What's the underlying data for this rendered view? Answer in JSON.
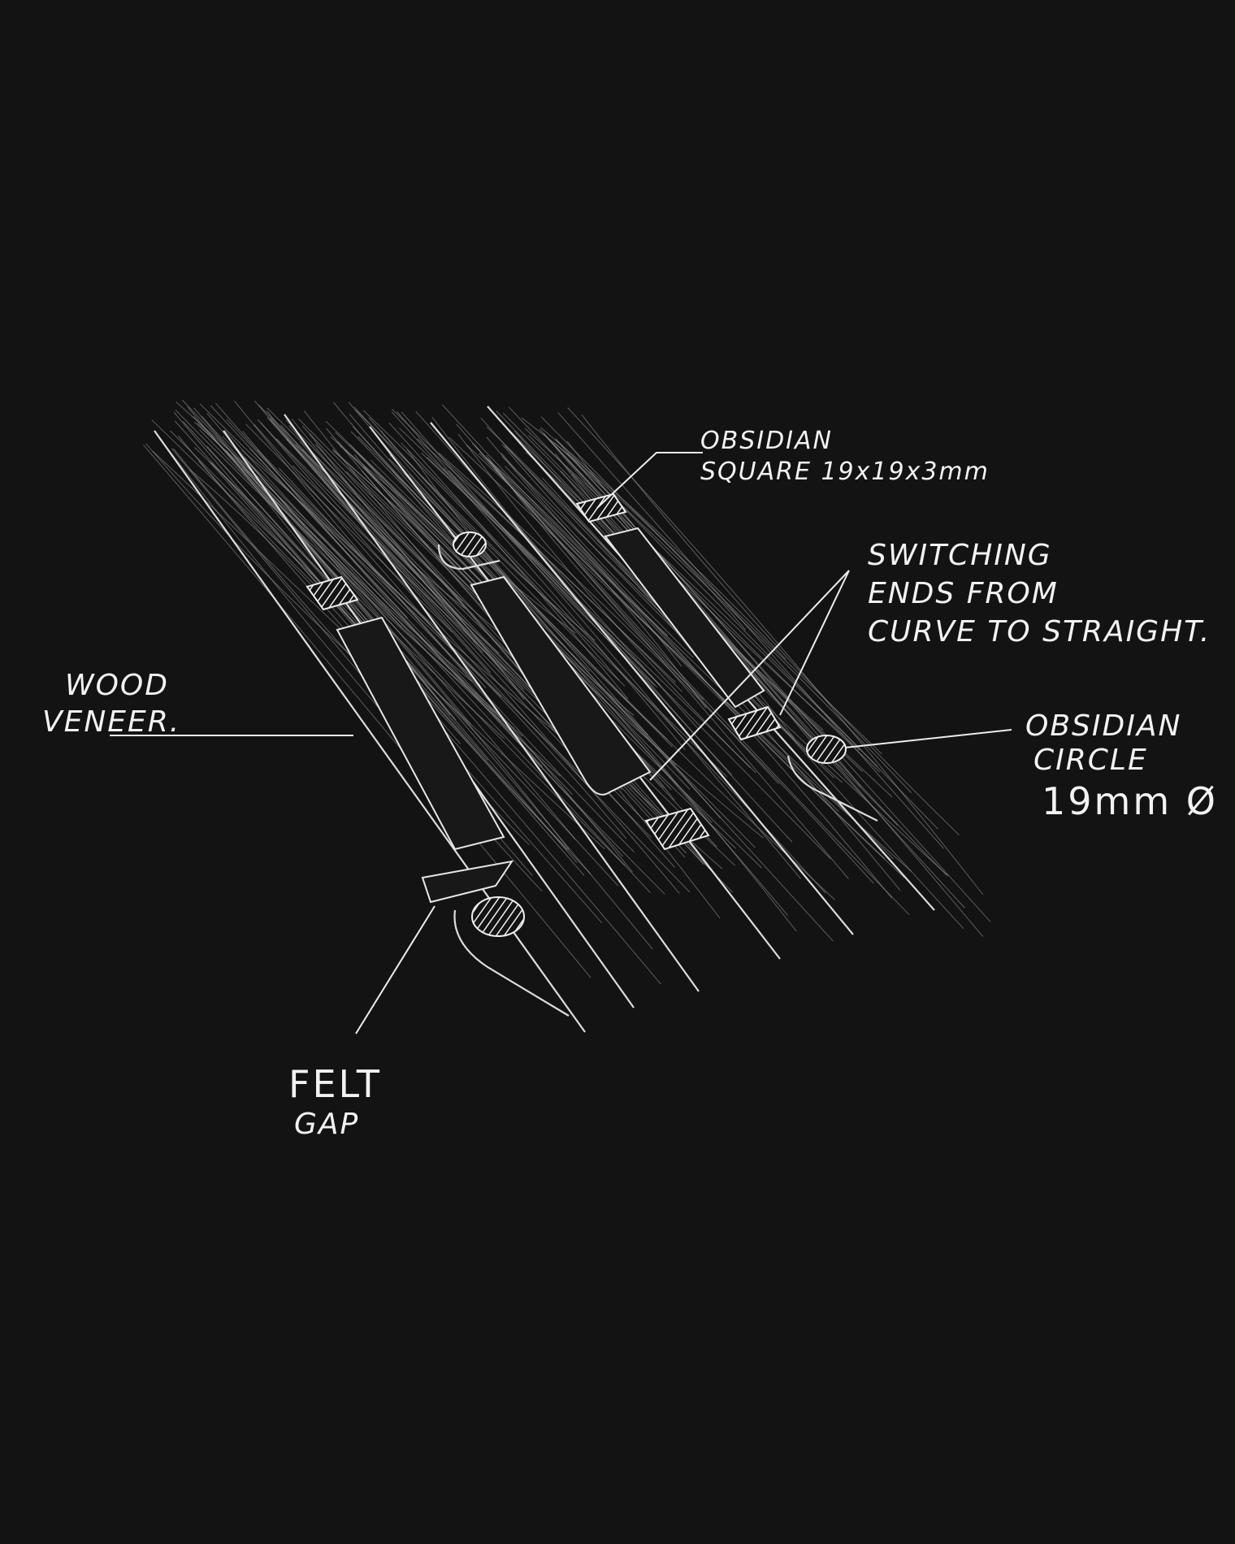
{
  "diagram": {
    "labels": {
      "obsidian_square": [
        "OBSIDIAN",
        "SQUARE 19x19x3mm"
      ],
      "switching_ends": [
        "SWITCHING",
        "ENDS FROM",
        "CURVE TO STRAIGHT."
      ],
      "obsidian_circle": [
        "OBSIDIAN",
        "CIRCLE",
        "19mm Ø"
      ],
      "wood_veneer": [
        "WOOD",
        "VENEER."
      ],
      "felt_gap": [
        "FELT",
        "GAP"
      ]
    },
    "colors": {
      "background": "#131313",
      "ink": "#f0f0f0",
      "wood_shadow": "#181818"
    }
  }
}
